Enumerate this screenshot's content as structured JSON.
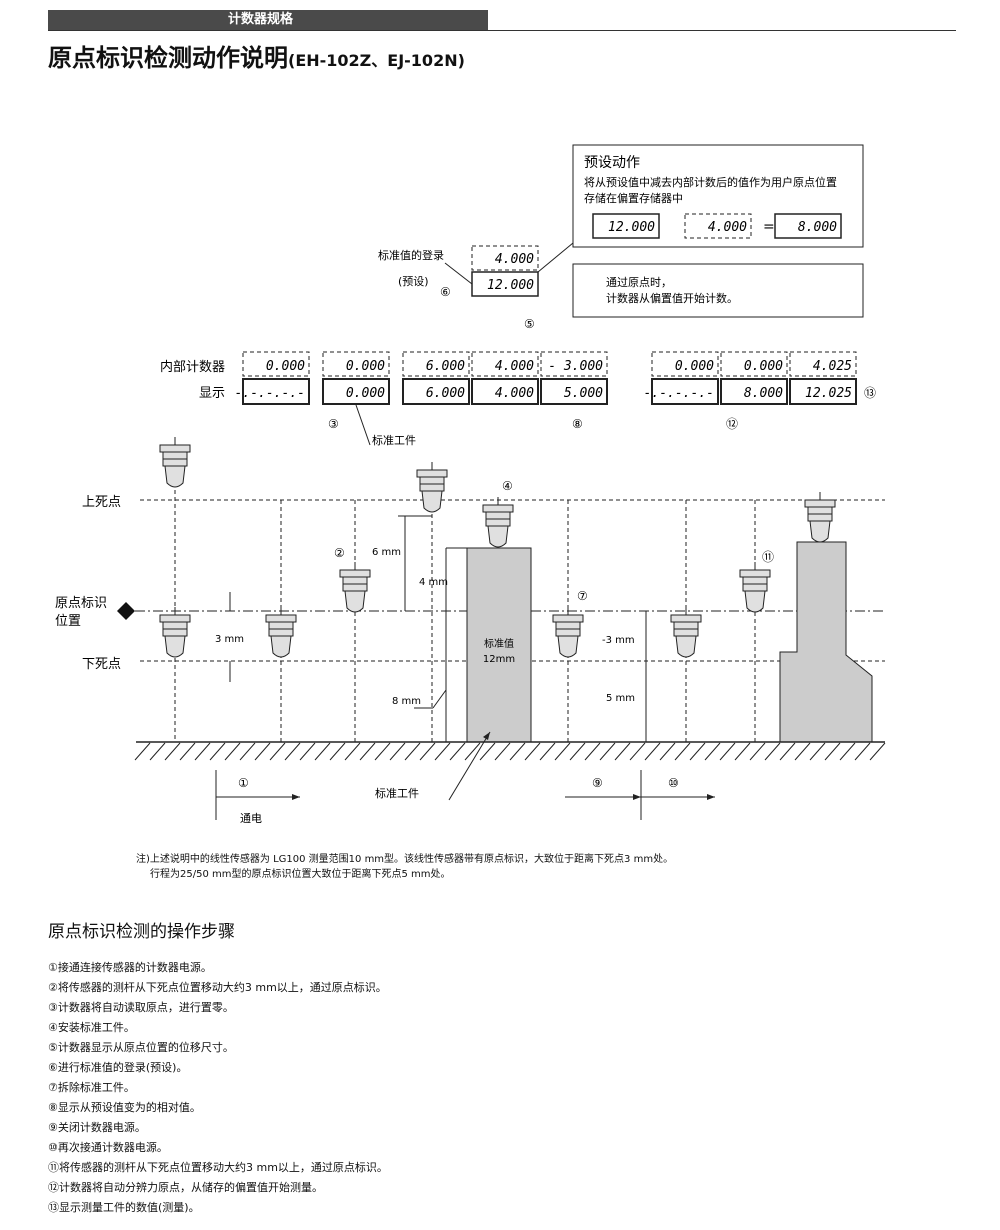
{
  "header": {
    "section": "计数器规格",
    "title": "原点标识检测动作说明",
    "title_models": "(EH-102Z、EJ-102N)"
  },
  "preset_box": {
    "title": "预设动作",
    "desc1": "将从预设值中减去内部计数后的值作为用户原点位置",
    "desc2": "存储在偏置存储器中",
    "v1": "12.000",
    "v2": "4.000",
    "eq": "=",
    "v3": "8.000"
  },
  "pass_box": {
    "line1": "通过原点时，",
    "line2": "计数器从偏置值开始计数。"
  },
  "register": {
    "label1": "标准值的登录",
    "label2": "(预设)",
    "num": "⑥",
    "top": "4.000",
    "bottom": "12.000",
    "num5": "⑤"
  },
  "rows": {
    "internal": "内部计数器",
    "display": "显示"
  },
  "counters": [
    {
      "internal": "0.000",
      "display": "-.-.-.-.-"
    },
    {
      "internal": "0.000",
      "display": "0.000"
    },
    {
      "internal": "6.000",
      "display": "6.000"
    },
    {
      "internal": "4.000",
      "display": "4.000"
    },
    {
      "internal": "- 3.000",
      "display": "5.000"
    },
    {
      "internal": "0.000",
      "display": "-.-.-.-.-"
    },
    {
      "internal": "0.000",
      "display": "8.000"
    },
    {
      "internal": "4.025",
      "display": "12.025"
    }
  ],
  "markers": {
    "n1": "①",
    "n2": "②",
    "n3": "③",
    "n4": "④",
    "n7": "⑦",
    "n8": "⑧",
    "n9": "⑨",
    "n10": "⑩",
    "n11": "⑪",
    "n12": "⑫",
    "n13": "⑬"
  },
  "diagram": {
    "top_dead": "上死点",
    "origin1": "原点标识",
    "origin2": "位置",
    "bottom_dead": "下死点",
    "std_work": "标准工件",
    "std_work2": "标准工件",
    "d6": "6 mm",
    "d4": "4 mm",
    "d3": "3 mm",
    "d8": "8 mm",
    "dm3": "-3 mm",
    "d5": "5 mm",
    "std_val1": "标准值",
    "std_val2": "12mm",
    "power_on": "通电"
  },
  "note": {
    "line1": "注)上述说明中的线性传感器为 LG100 测量范围10 mm型。该线性传感器带有原点标识，大致位于距离下死点3 mm处。",
    "line2": "行程为25/50 mm型的原点标识位置大致位于距离下死点5 mm处。"
  },
  "steps_title": "原点标识检测的操作步骤",
  "steps": [
    "①接通连接传感器的计数器电源。",
    "②将传感器的测杆从下死点位置移动大约3 mm以上，通过原点标识。",
    "③计数器将自动读取原点，进行置零。",
    "④安装标准工件。",
    "⑤计数器显示从原点位置的位移尺寸。",
    "⑥进行标准值的登录(预设)。",
    "⑦拆除标准工件。",
    "⑧显示从预设值变为的相对值。",
    "⑨关闭计数器电源。",
    "⑩再次接通计数器电源。",
    "⑪将传感器的测杆从下死点位置移动大约3 mm以上，通过原点标识。",
    "⑫计数器将自动分辨力原点，从储存的偏置值开始测量。",
    "⑬显示测量工件的数值(测量)。"
  ]
}
